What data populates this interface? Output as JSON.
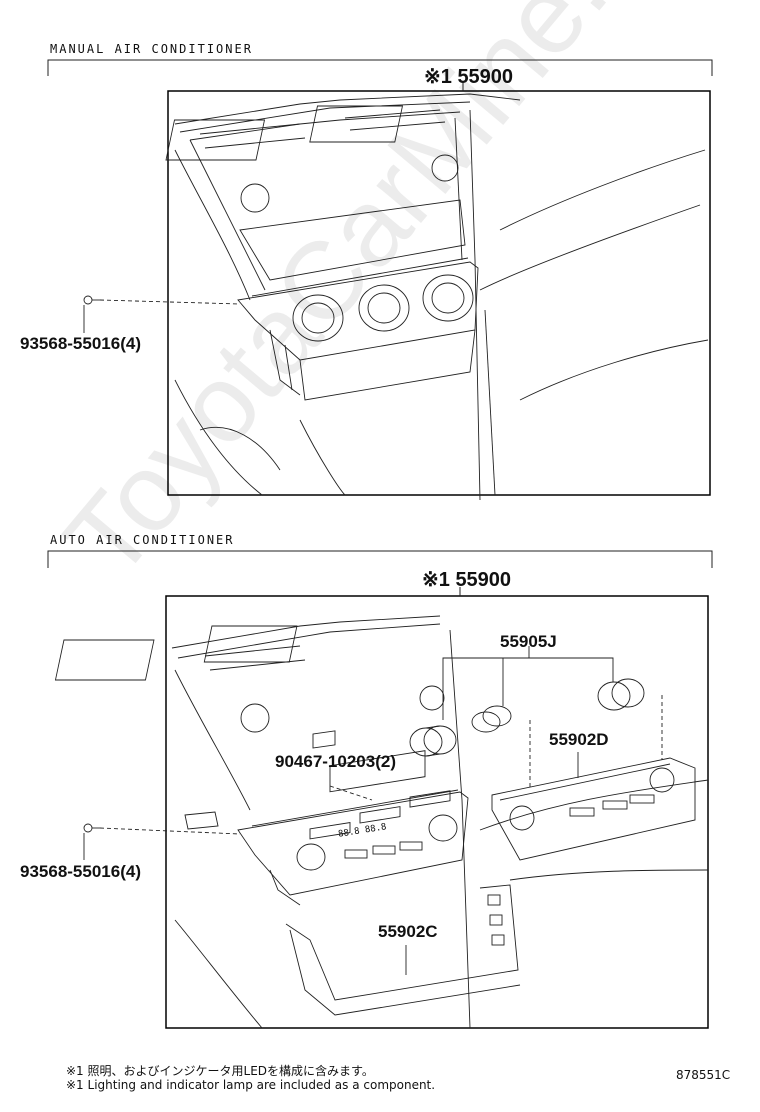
{
  "sections": {
    "manual": {
      "header": "MANUAL  AIR  CONDITIONER",
      "assembly_label": "※1 55900",
      "screw_label": "93568-55016(4)"
    },
    "auto": {
      "header": "AUTO  AIR  CONDITIONER",
      "assembly_label": "※1 55900",
      "knob_label": "55905J",
      "panel_label": "55902D",
      "bulb_label": "90467-10203(2)",
      "screw_label": "93568-55016(4)",
      "bezel_label": "55902C",
      "display_text": "88.8  88.8"
    }
  },
  "footnotes": {
    "japanese": "※1 照明、およびインジケータ用LEDを構成に含みます。",
    "english": "※1 Lighting and indicator lamp are included as a component."
  },
  "diagram_number": "878551C",
  "watermark": "ToyotaCarMine.ru",
  "colors": {
    "line": "#222222",
    "frame": "#000000",
    "background": "#ffffff"
  }
}
